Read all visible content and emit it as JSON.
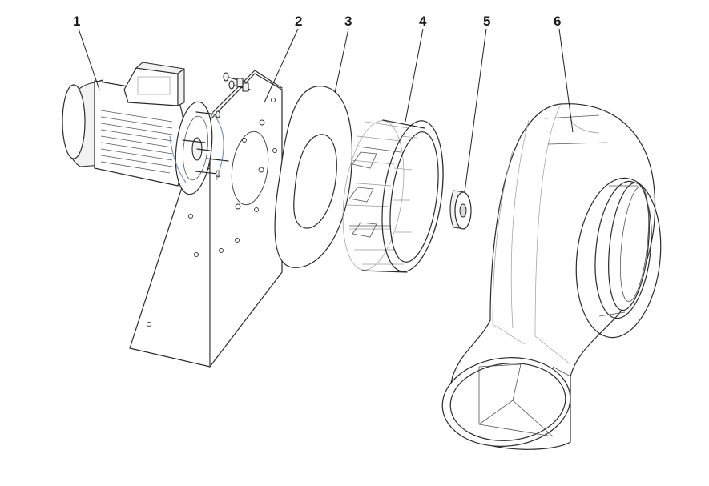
{
  "diagram": {
    "callouts": [
      {
        "id": "1",
        "label": "1"
      },
      {
        "id": "2",
        "label": "2"
      },
      {
        "id": "3",
        "label": "3"
      },
      {
        "id": "4",
        "label": "4"
      },
      {
        "id": "5",
        "label": "5"
      },
      {
        "id": "6",
        "label": "6"
      }
    ],
    "parts": [
      "motor-icon",
      "mounting-bracket-icon",
      "gasket-icon",
      "impeller-icon",
      "hub-bushing-icon",
      "fan-housing-icon"
    ],
    "line_color": "#2a2a2a",
    "accent_color": "#6f8fb0"
  }
}
